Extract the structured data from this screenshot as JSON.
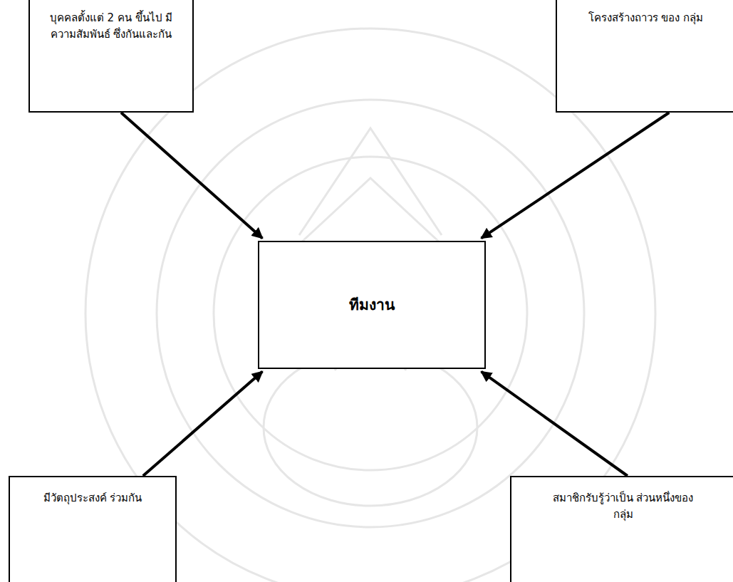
{
  "diagram": {
    "nodes": [
      {
        "text": [
          "บุคคลตั้งแต่ 2 คน ขึ้นไป มีความสัมพันธ์ ซึ่งกันและกัน"
        ]
      },
      {
        "text": [
          "โครงสร้างถาวร ของ กลุ่ม"
        ]
      },
      {
        "text": [
          "ทีมงาน"
        ]
      },
      {
        "text": [
          "มีวัตถุประสงค์ ร่วมกัน"
        ]
      },
      {
        "text": [
          "สมาชิกรับรู้ว่าเป็น ส่วนหนึ่งของกลุ่ม"
        ]
      }
    ],
    "edges": [
      {
        "from": 0,
        "to": 2,
        "arrow": "to"
      },
      {
        "from": 1,
        "to": 2,
        "arrow": "to"
      },
      {
        "from": 3,
        "to": 2,
        "arrow": "to"
      },
      {
        "from": 4,
        "to": 2,
        "arrow": "to"
      }
    ]
  }
}
